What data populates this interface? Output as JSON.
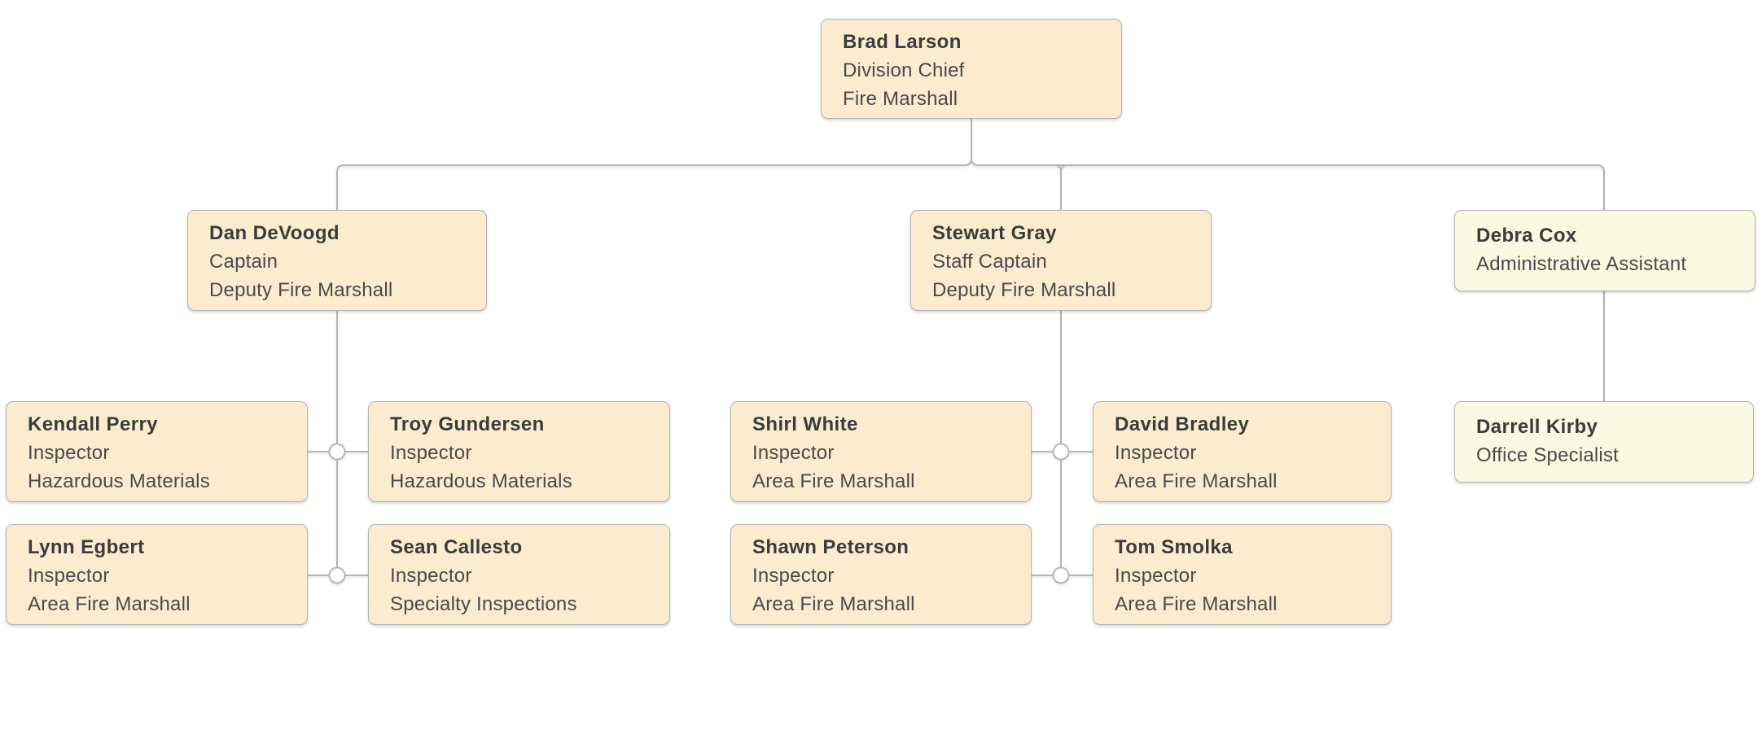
{
  "org_chart": {
    "type": "org-chart",
    "title": "",
    "colors": {
      "node_peach": "#fbeccf",
      "node_yellow": "#fafae2",
      "node_border": "#b3b3b3",
      "connector": "#b5b5b5",
      "name_text": "#3b3b3b",
      "role_text": "#4a4a4a"
    },
    "nodes": [
      {
        "id": "brad-larson",
        "name": "Brad Larson",
        "title": "Division Chief",
        "subtitle": "Fire Marshall",
        "variant": "peach",
        "reports_to": null
      },
      {
        "id": "dan-devoogd",
        "name": "Dan DeVoogd",
        "title": "Captain",
        "subtitle": "Deputy Fire Marshall",
        "variant": "peach",
        "reports_to": "brad-larson"
      },
      {
        "id": "stewart-gray",
        "name": "Stewart Gray",
        "title": "Staff Captain",
        "subtitle": "Deputy Fire Marshall",
        "variant": "peach",
        "reports_to": "brad-larson"
      },
      {
        "id": "debra-cox",
        "name": "Debra Cox",
        "title": "Administrative Assistant",
        "subtitle": "",
        "variant": "yellow",
        "reports_to": "brad-larson"
      },
      {
        "id": "kendall-perry",
        "name": "Kendall Perry",
        "title": "Inspector",
        "subtitle": "Hazardous Materials",
        "variant": "peach",
        "reports_to": "dan-devoogd"
      },
      {
        "id": "troy-gundersen",
        "name": "Troy Gundersen",
        "title": "Inspector",
        "subtitle": "Hazardous Materials",
        "variant": "peach",
        "reports_to": "dan-devoogd"
      },
      {
        "id": "lynn-egbert",
        "name": "Lynn Egbert",
        "title": "Inspector",
        "subtitle": "Area Fire Marshall",
        "variant": "peach",
        "reports_to": "dan-devoogd"
      },
      {
        "id": "sean-callesto",
        "name": "Sean Callesto",
        "title": "Inspector",
        "subtitle": "Specialty Inspections",
        "variant": "peach",
        "reports_to": "dan-devoogd"
      },
      {
        "id": "shirl-white",
        "name": "Shirl White",
        "title": "Inspector",
        "subtitle": "Area Fire Marshall",
        "variant": "peach",
        "reports_to": "stewart-gray"
      },
      {
        "id": "david-bradley",
        "name": "David Bradley",
        "title": "Inspector",
        "subtitle": "Area Fire Marshall",
        "variant": "peach",
        "reports_to": "stewart-gray"
      },
      {
        "id": "shawn-peterson",
        "name": "Shawn Peterson",
        "title": "Inspector",
        "subtitle": "Area Fire Marshall",
        "variant": "peach",
        "reports_to": "stewart-gray"
      },
      {
        "id": "tom-smolka",
        "name": "Tom Smolka",
        "title": "Inspector",
        "subtitle": "Area Fire Marshall",
        "variant": "peach",
        "reports_to": "stewart-gray"
      },
      {
        "id": "darrell-kirby",
        "name": "Darrell Kirby",
        "title": "Office Specialist",
        "subtitle": "",
        "variant": "yellow",
        "reports_to": "debra-cox"
      }
    ]
  }
}
